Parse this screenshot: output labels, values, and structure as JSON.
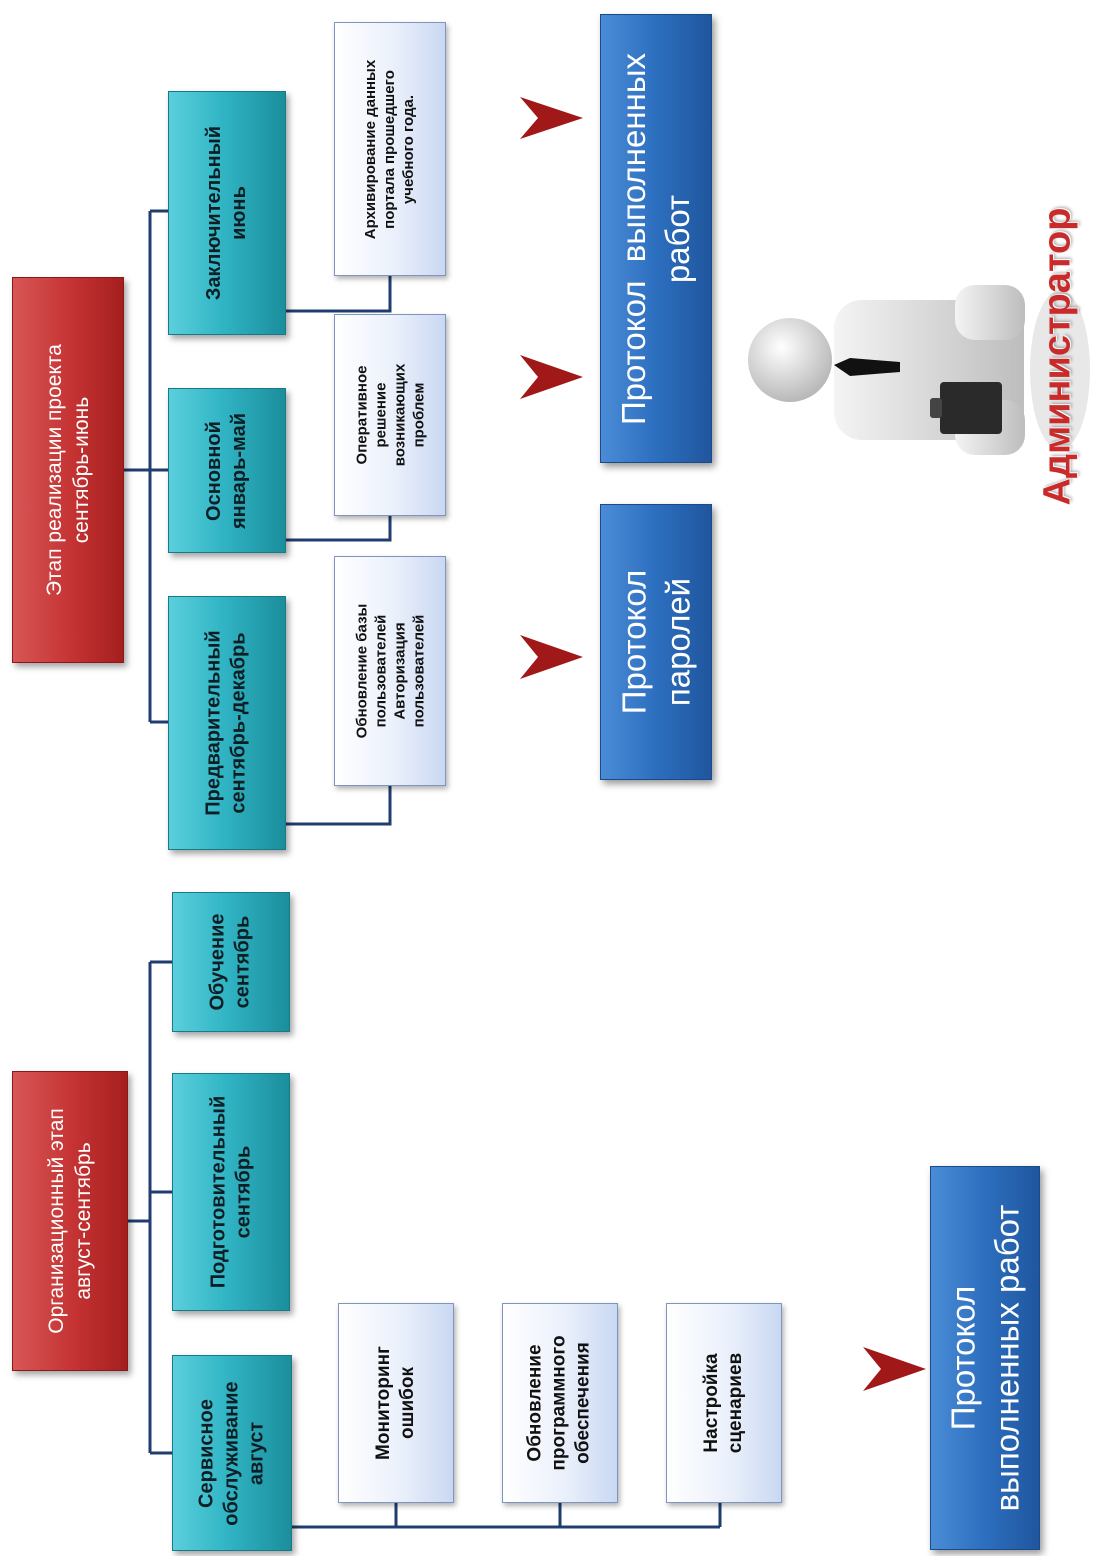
{
  "stage_main": {
    "title": [
      "Этап реализации проекта",
      "сентябрь-июнь"
    ],
    "phases": [
      {
        "lines": [
          "Заключительный",
          "июнь"
        ]
      },
      {
        "lines": [
          "Основной",
          "январь-май"
        ]
      },
      {
        "lines": [
          "Предварительный",
          "сентябрь-декабрь"
        ]
      }
    ],
    "tasks": [
      {
        "lines": [
          "Архивирование данных",
          "портала прошедшего",
          "учебного года."
        ]
      },
      {
        "lines": [
          "Оперативное",
          "решение",
          "возникающих",
          "проблем"
        ]
      },
      {
        "lines": [
          "Обновление базы",
          "пользователей",
          "Авторизация",
          "пользователей"
        ]
      }
    ],
    "protocols": [
      {
        "lines": [
          "Протокол  выполненных",
          "работ"
        ]
      },
      {
        "lines": [
          "Протокол",
          "паролей"
        ]
      }
    ]
  },
  "stage_org": {
    "title": [
      "Организационный этап",
      "август-сентябрь"
    ],
    "phases": [
      {
        "lines": [
          "Обучение",
          "сентябрь"
        ]
      },
      {
        "lines": [
          "Подготовительный",
          "сентябрь"
        ]
      },
      {
        "lines": [
          "Сервисное",
          "обслуживание",
          "август"
        ]
      }
    ],
    "tasks": [
      {
        "lines": [
          "Мониторинг",
          "ошибок"
        ]
      },
      {
        "lines": [
          "Обновление",
          "программного",
          "обеспечения"
        ]
      },
      {
        "lines": [
          "Настройка",
          "сценариев"
        ]
      }
    ],
    "protocol": {
      "lines": [
        "Протокол",
        "выполненных работ"
      ]
    }
  },
  "admin": {
    "label": "Администратор"
  },
  "colors": {
    "red": "#c43232",
    "teal": "#31b5c5",
    "light_blue": "#eaf0fb",
    "blue": "#2d6fbf",
    "connector": "#1f3d6e",
    "arrow": "#a01818",
    "admin_text": "#c92a2a"
  }
}
